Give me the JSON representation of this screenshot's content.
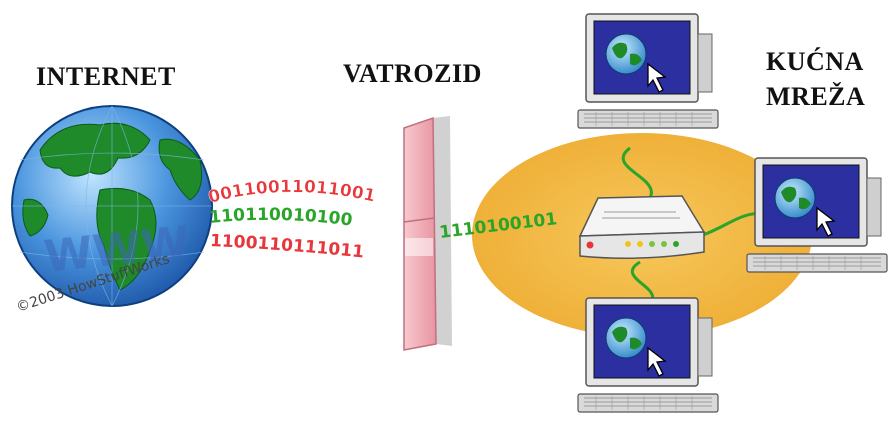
{
  "labels": {
    "internet": "INTERNET",
    "firewall": "VATROZID",
    "home_network_line1": "KUĆNA",
    "home_network_line2": "MREŽA"
  },
  "globe": {
    "www": "WWW",
    "copyright": "©2003 HowStuffWorks"
  },
  "data_streams": {
    "red_top": "00110011011001",
    "green_mid": "110110010100",
    "red_bottom": "1100110111011",
    "green_right": "1110100101"
  },
  "colors": {
    "ocean": "#3b86d6",
    "land": "#1f8a2a",
    "red_bits": "#e8363b",
    "green_bits": "#2aa52a",
    "lan_area": "#f2b845",
    "firewall": "#f4b4bc",
    "screen": "#2b2fa0"
  },
  "icons": [
    "globe-icon",
    "firewall-icon",
    "router-icon",
    "computer-icon",
    "cursor-icon"
  ]
}
